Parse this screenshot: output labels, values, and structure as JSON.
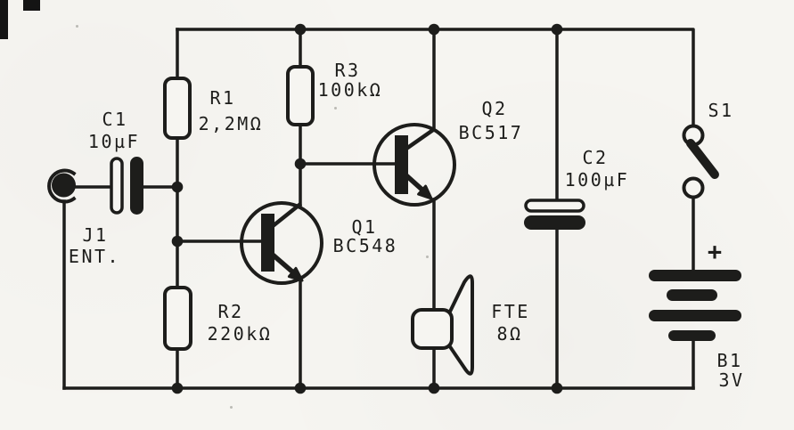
{
  "diagram": {
    "kind": "circuit-schematic",
    "description": "Two-transistor audio amplifier schematic, scanned print",
    "colors": {
      "ink": "#1d1d1b",
      "paper": "#f6f5f1"
    }
  },
  "components": {
    "j1": {
      "ref": "J1",
      "value": "ENT.",
      "type": "input-jack"
    },
    "c1": {
      "ref": "C1",
      "value": "10µF",
      "type": "electrolytic-capacitor"
    },
    "r1": {
      "ref": "R1",
      "value": "2,2MΩ",
      "type": "resistor"
    },
    "r2": {
      "ref": "R2",
      "value": "220kΩ",
      "type": "resistor"
    },
    "r3": {
      "ref": "R3",
      "value": "100kΩ",
      "type": "resistor"
    },
    "q1": {
      "ref": "Q1",
      "value": "BC548",
      "type": "npn-transistor"
    },
    "q2": {
      "ref": "Q2",
      "value": "BC517",
      "type": "npn-transistor"
    },
    "c2": {
      "ref": "C2",
      "value": "100µF",
      "type": "electrolytic-capacitor"
    },
    "s1": {
      "ref": "S1",
      "type": "switch"
    },
    "fte": {
      "ref": "FTE",
      "value": "8Ω",
      "type": "speaker"
    },
    "b1": {
      "ref": "B1",
      "value": "3V",
      "polarity": "+",
      "type": "battery"
    }
  }
}
